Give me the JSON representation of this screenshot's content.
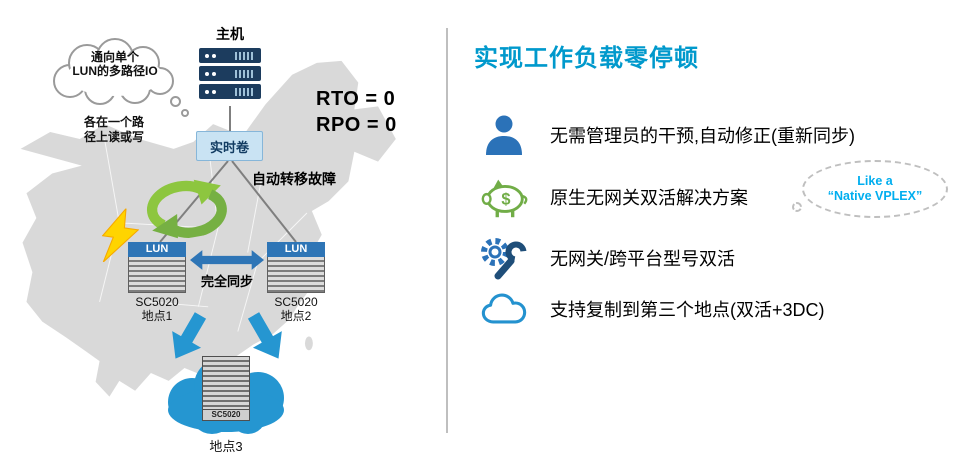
{
  "colors": {
    "accent_teal": "#0099cc",
    "icon_blue": "#2b72b8",
    "dark_navy": "#1c3c5e",
    "green": "#71ad47",
    "arrow_green": "#8dc63f",
    "arrow_blue": "#2e75b6",
    "cloud_blue": "#2596d1",
    "lightning_yellow": "#ffd400",
    "map_gray": "#d9d9d9",
    "vplex_teal": "#00aeef"
  },
  "diagram": {
    "thought_bubble": "通向单个\nLUN的多路径IO",
    "host_label": "主机",
    "path_note": "各在一个路\n径上读或写",
    "realtime_volume": "实时卷",
    "rto_rpo": "RTO = 0\nRPO = 0",
    "failover_label": "自动转移故障",
    "sync_label": "完全同步",
    "lun_label": "LUN",
    "site1": "SC5020\n地点1",
    "site2": "SC5020\n地点2",
    "site3_model": "SC5020",
    "site3_label": "地点3"
  },
  "panel": {
    "title": "实现工作负载零停顿",
    "bullets": [
      {
        "icon": "admin-user-icon",
        "text": "无需管理员的干预,自动修正(重新同步)"
      },
      {
        "icon": "piggy-bank-icon",
        "text": "原生无网关双活解决方案"
      },
      {
        "icon": "gear-wrench-icon",
        "text": "无网关/跨平台型号双活"
      },
      {
        "icon": "cloud-icon",
        "text": "支持复制到第三个地点(双活+3DC)"
      }
    ],
    "vplex_note": "Like a\n“Native VPLEX”"
  }
}
